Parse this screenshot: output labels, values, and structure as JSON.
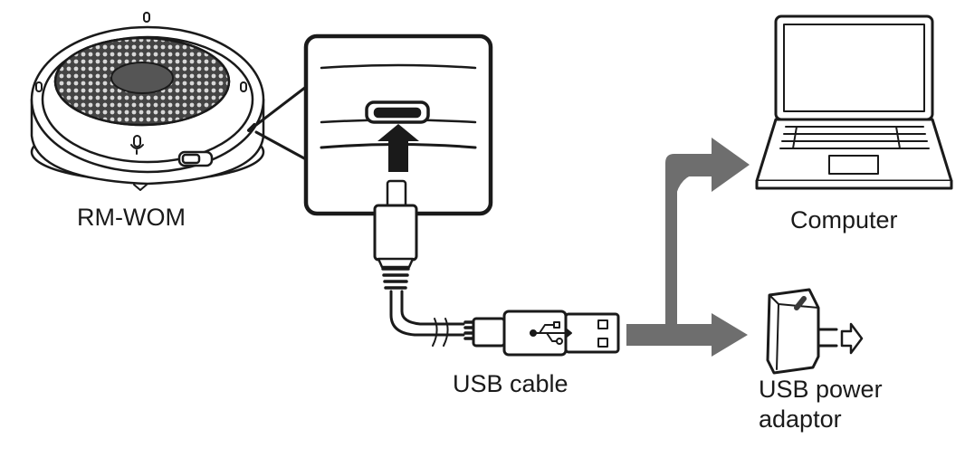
{
  "diagram": {
    "labels": {
      "device": "RM-WOM",
      "cable": "USB cable",
      "computer": "Computer",
      "adaptor_line1": "USB power",
      "adaptor_line2": "adaptor"
    },
    "colors": {
      "line": "#1a1a1a",
      "arrow": "#6e6e6e",
      "background": "#ffffff"
    }
  }
}
